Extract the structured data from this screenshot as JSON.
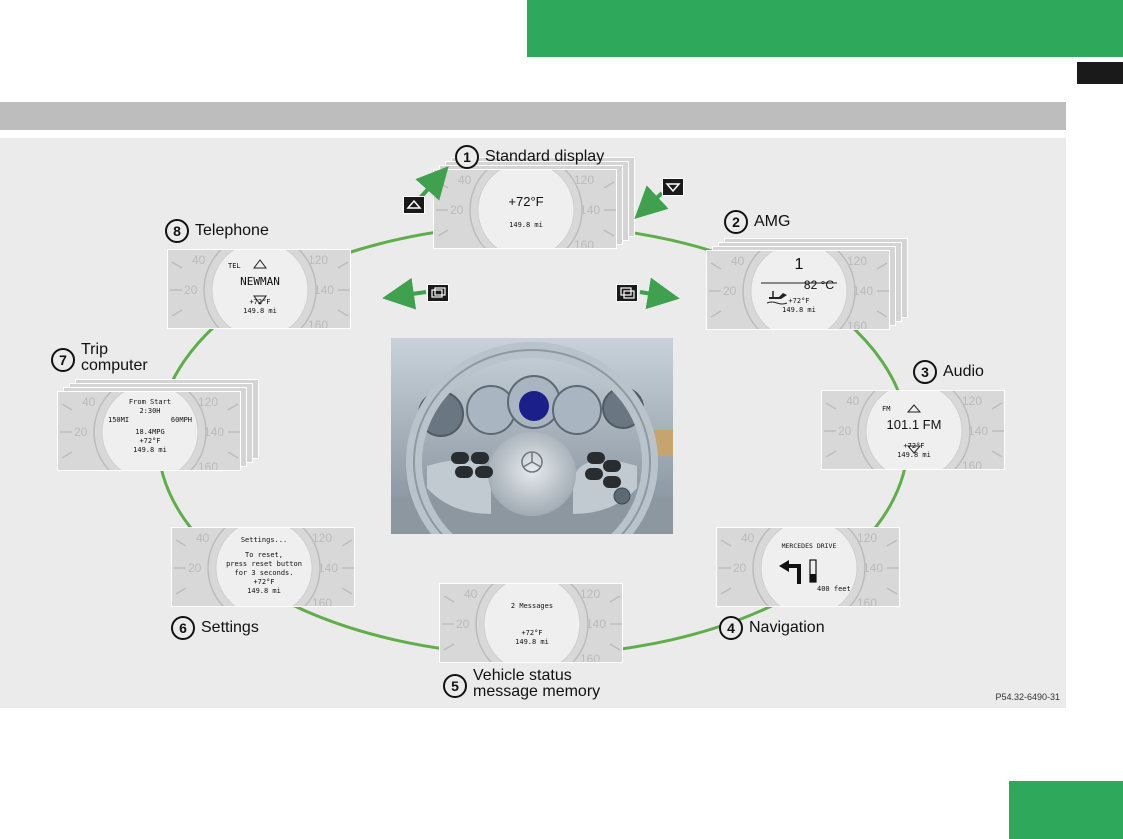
{
  "diagram": {
    "ref_code": "P54.32-6490-31",
    "menus": [
      {
        "number": "1",
        "title": "Standard display"
      },
      {
        "number": "2",
        "title": "AMG"
      },
      {
        "number": "3",
        "title": "Audio"
      },
      {
        "number": "4",
        "title": "Navigation"
      },
      {
        "number": "5",
        "title_line1": "Vehicle status",
        "title_line2": "message memory"
      },
      {
        "number": "6",
        "title": "Settings"
      },
      {
        "number": "7",
        "title_line1": "Trip",
        "title_line2": "computer"
      },
      {
        "number": "8",
        "title": "Telephone"
      }
    ],
    "gauge": {
      "t20": "20",
      "t40": "40",
      "t120": "120",
      "t140": "140",
      "t160": "160"
    },
    "screens": {
      "standard": {
        "temp": "+72°F",
        "miles": "149.8 mi"
      },
      "amg": {
        "gear": "1",
        "oil_temp": "82 °C",
        "temp": "+72°F",
        "miles": "149.8 mi"
      },
      "audio": {
        "band": "FM",
        "station": "101.1 FM",
        "temp": "+72°F",
        "miles": "149.8 mi"
      },
      "navigation": {
        "street": "MERCEDES DRIVE",
        "distance": "400 feet"
      },
      "messages": {
        "text": "2 Messages",
        "temp": "+72°F",
        "miles": "149.8 mi"
      },
      "settings": {
        "line1": "Settings...",
        "line2": "To reset,",
        "line3": "press reset button",
        "line4": "for 3 seconds.",
        "temp": "+72°F",
        "miles": "149.8 mi"
      },
      "trip": {
        "line1": "From Start",
        "line2": "2:30H",
        "line3a": "150MI",
        "line3b": "60MPH",
        "line4": "18.4MPG",
        "temp": "+72°F",
        "miles": "149.8 mi"
      },
      "telephone": {
        "label": "TEL",
        "name": "NEWMAN",
        "temp": "+72°F",
        "miles": "149.8 mi"
      }
    }
  }
}
